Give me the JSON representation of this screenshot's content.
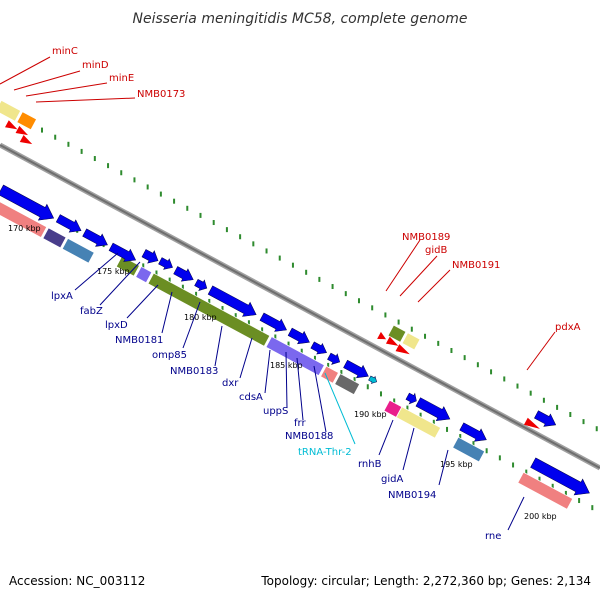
{
  "title": "Neisseria meningitidis MC58, complete genome",
  "footer": {
    "accession": "Accession: NC_003112",
    "topology": "Topology: circular; Length: 2,272,360 bp; Genes: 2,134"
  },
  "colors": {
    "background": "#ffffff",
    "backbone": "#808080",
    "tick": "#2e8b2e",
    "label_top_strand": "#cc0000",
    "label_bottom_strand": "#00008b",
    "label_rna": "#00bcd4",
    "cds_forward": "#0000ee",
    "cds_reverse": "#ee0000",
    "cog_khaki": "#f0e68c",
    "cog_orange": "#ff8c00",
    "cog_salmon": "#f08080",
    "cog_purple": "#7b68ee",
    "cog_darkslate": "#483d8b",
    "cog_steelblue": "#4682b4",
    "cog_olive": "#6b8e23",
    "cog_gray": "#696969",
    "cog_magenta": "#e91e8c"
  },
  "ticks": [
    "170 kbp",
    "175 kbp",
    "180 kbp",
    "185 kbp",
    "190 kbp",
    "195 kbp",
    "200 kbp"
  ],
  "labels": {
    "top": [
      "minC",
      "minD",
      "minE",
      "NMB0173",
      "NMB0189",
      "gidB",
      "NMB0191",
      "pdxA"
    ],
    "bottom": [
      "lpxA",
      "fabZ",
      "lpxD",
      "NMB0181",
      "omp85",
      "NMB0183",
      "dxr",
      "cdsA",
      "uppS",
      "frr",
      "NMB0188",
      "tRNA-Thr-2",
      "rnhB",
      "gidA",
      "NMB0194",
      "rne"
    ]
  }
}
